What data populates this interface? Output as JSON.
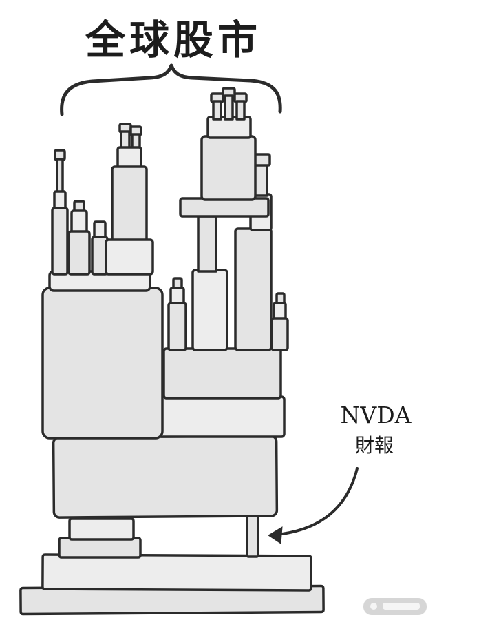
{
  "labels": {
    "title": "全球股市",
    "annotation_line1": "NVDA",
    "annotation_line2": "財報"
  },
  "colors": {
    "background": "#ffffff",
    "ink": "#2b2b2b",
    "block_fill": "#e4e4e4",
    "block_fill_light": "#ededed",
    "text": "#1c1c1c",
    "watermark": "#a3a3a3"
  }
}
